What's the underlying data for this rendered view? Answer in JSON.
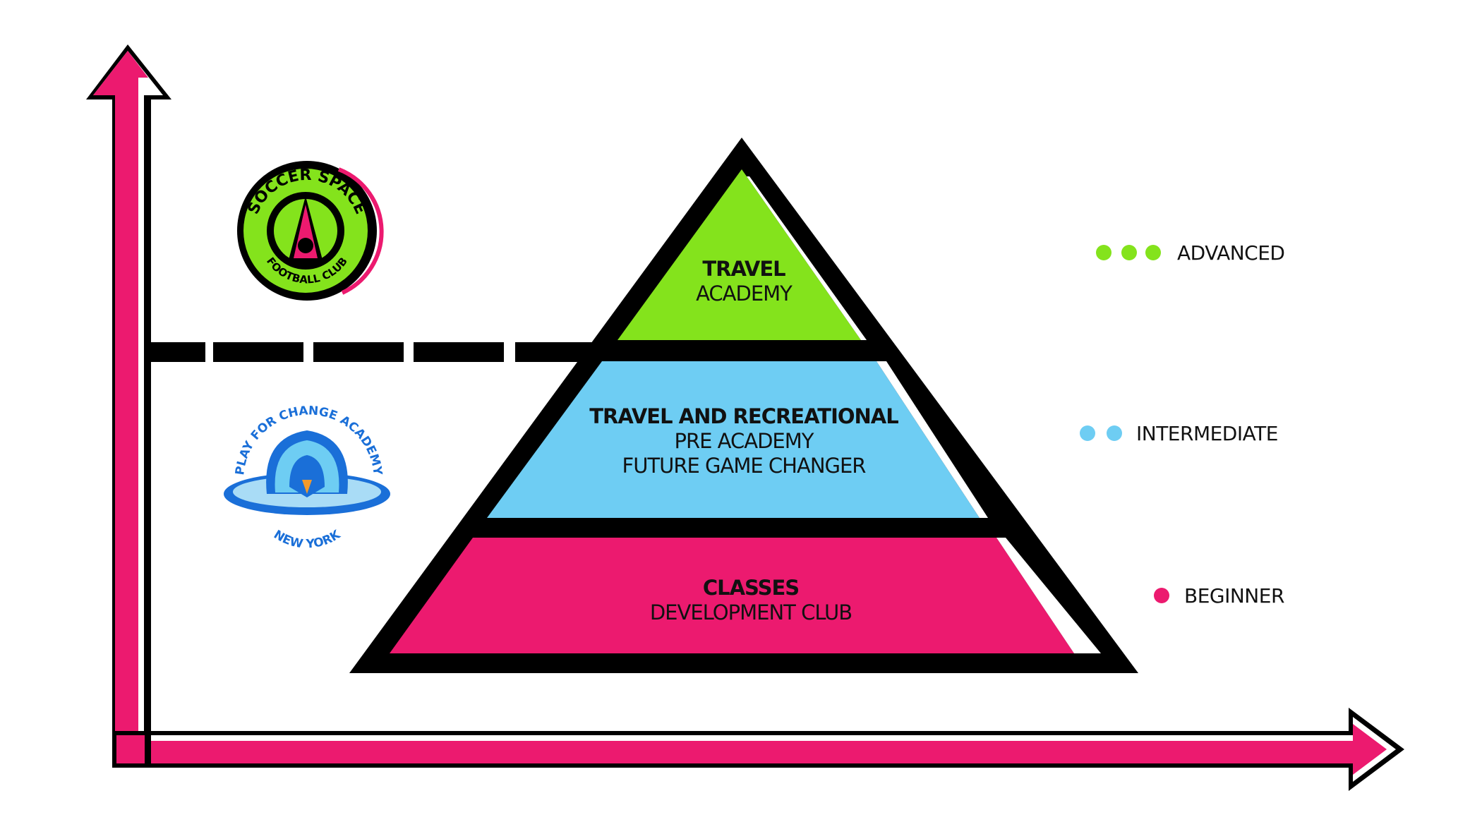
{
  "colors": {
    "advanced": "#84e31c",
    "intermediate": "#6ecdf3",
    "beginner": "#ec1a6f",
    "outline": "#000000",
    "axis": "#ec1a6f"
  },
  "pyramid": {
    "top": {
      "title": "TRAVEL",
      "lines": [
        "ACADEMY"
      ]
    },
    "middle": {
      "title": "TRAVEL AND RECREATIONAL",
      "lines": [
        "PRE ACADEMY",
        "FUTURE GAME CHANGER"
      ]
    },
    "bottom": {
      "title": "CLASSES",
      "lines": [
        "DEVELOPMENT CLUB"
      ]
    }
  },
  "legend": [
    {
      "label": "ADVANCED",
      "dots": 3
    },
    {
      "label": "INTERMEDIATE",
      "dots": 2
    },
    {
      "label": "BEGINNER",
      "dots": 1
    }
  ],
  "logos": {
    "soccer_space": {
      "top_text": "SOCCER SPACE",
      "bottom_text": "FOOTBALL CLUB"
    },
    "play_for_change": {
      "top_text": "PLAY FOR CHANGE ACADEMY",
      "bottom_text": "NEW YORK"
    }
  }
}
